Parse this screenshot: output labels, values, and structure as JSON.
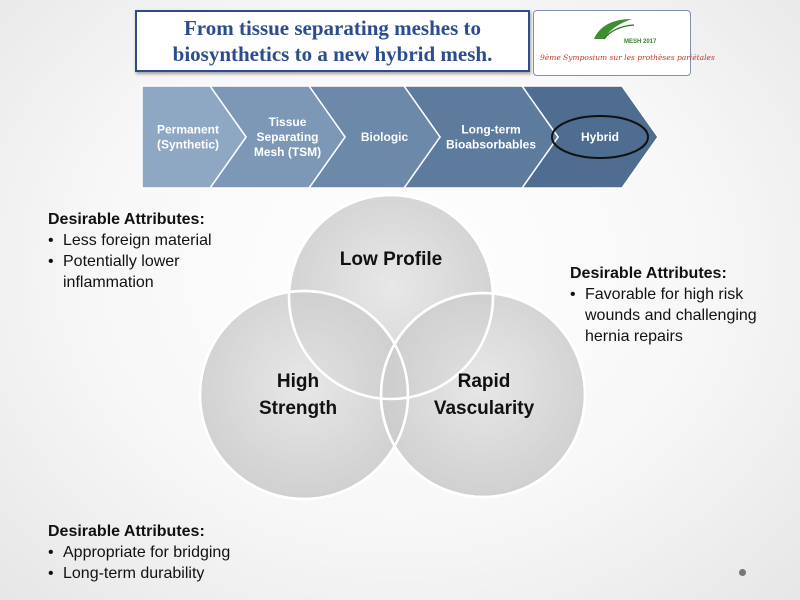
{
  "title": {
    "line1": "From tissue separating meshes to",
    "line2": "biosynthetics to a new hybrid mesh."
  },
  "logo": {
    "name": "MESH 2017",
    "subtitle": "9ème Symposium sur les prothèses pariétales"
  },
  "process": {
    "steps": [
      {
        "lines": [
          "Permanent",
          "(Synthetic)"
        ]
      },
      {
        "lines": [
          "Tissue",
          "Separating",
          "Mesh (TSM)"
        ]
      },
      {
        "lines": [
          "Biologic"
        ]
      },
      {
        "lines": [
          "Long-term",
          "Bioabsorbables"
        ]
      },
      {
        "lines": [
          "Hybrid"
        ],
        "highlighted": true
      }
    ],
    "colors": [
      "#8ea7c2",
      "#7d98b6",
      "#6c89a9",
      "#5d7b9c",
      "#4e6d90"
    ]
  },
  "venn": {
    "circles": [
      {
        "lines": [
          "Low Profile"
        ]
      },
      {
        "lines": [
          "High",
          "Strength"
        ]
      },
      {
        "lines": [
          "Rapid",
          "Vascularity"
        ]
      }
    ]
  },
  "attributes": {
    "left_top": {
      "heading": "Desirable Attributes:",
      "items": [
        "Less foreign material",
        "Potentially lower inflammation"
      ]
    },
    "right": {
      "heading": "Desirable Attributes:",
      "items": [
        "Favorable for high risk wounds and challenging hernia repairs"
      ]
    },
    "left_bottom": {
      "heading": "Desirable Attributes:",
      "items": [
        "Appropriate for bridging",
        "Long-term durability"
      ]
    }
  }
}
